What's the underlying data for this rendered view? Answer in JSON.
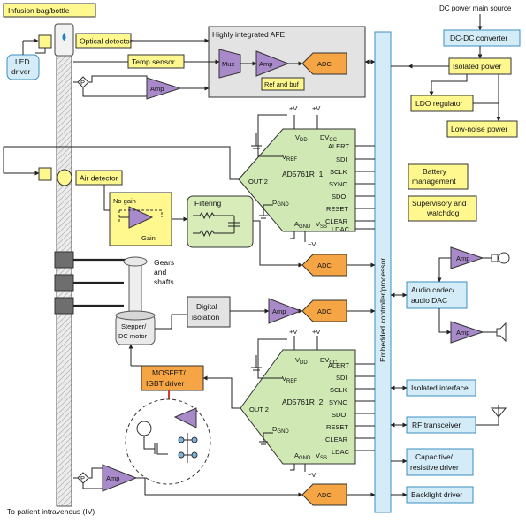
{
  "labels": {
    "infusion_bag": "Infusion bag/bottle",
    "dc_source": "DC power main source",
    "optical_detector": "Optical detector",
    "afe_title": "Highly integrated AFE",
    "mux": "Mux",
    "amp": "Amp",
    "adc": "ADC",
    "ref_buf": "Ref and buf",
    "temp_sensor": "Temp sensor",
    "led_driver_1": "LED",
    "led_driver_2": "driver",
    "p": "P",
    "dcdc": "DC-DC converter",
    "isolated_power": "Isolated power",
    "ldo": "LDO regulator",
    "low_noise": "Low-noise power",
    "battery_1": "Battery",
    "battery_2": "management",
    "supervisory_1": "Supervisory and",
    "supervisory_2": "watchdog",
    "air_detector": "Air detector",
    "no_gain": "No gain",
    "gain": "Gain",
    "filtering": "Filtering",
    "gears_1": "Gears",
    "gears_2": "and",
    "gears_3": "shafts",
    "stepper_1": "Stepper/",
    "stepper_2": "DC motor",
    "digital_iso_1": "Digital",
    "digital_iso_2": "isolation",
    "mosfet_1": "MOSFET/",
    "mosfet_2": "IGBT driver",
    "controller": "Embedded controller/processor",
    "audio_1": "Audio codec/",
    "audio_2": "audio DAC",
    "isolated_interface": "Isolated interface",
    "rf": "RF transceiver",
    "cap_1": "Capacitive/",
    "cap_2": "resistive driver",
    "backlight": "Backlight driver",
    "to_patient": "To patient intravenous (IV)",
    "plus_v": "+V",
    "minus_v": "−V",
    "dac1_name": "AD5761R_1",
    "dac2_name": "AD5761R_2",
    "vdd": "V",
    "vdd_sub": "DD",
    "dvcc": "DV",
    "dvcc_sub": "CC",
    "vref": "V",
    "vref_sub": "REF",
    "out2": "OUT 2",
    "dgnd": "D",
    "dgnd_sub": "GND",
    "agnd": "A",
    "agnd_sub": "GND",
    "vss": "V",
    "vss_sub": "SS",
    "pin_alert": "ALERT",
    "pin_sdi": "SDI",
    "pin_sclk": "SCLK",
    "pin_sync": "SYNC",
    "pin_sdo": "SDO",
    "pin_reset": "RESET",
    "pin_clear": "CLEAR",
    "pin_ldac": "LDAC"
  },
  "colors": {
    "tube": "#dcdcdc",
    "blue_box": "#d4ecf7",
    "blue_border": "#3b8ec2",
    "yellow_box": "#fff88f",
    "green_box": "#d7ecb9",
    "green_border": "#2b2b2b",
    "purple": "#a889c9",
    "orange": "#f6a544",
    "grey_box": "#e3e3e3",
    "controller": "#d4ecf7",
    "dac": "#cfe8b4",
    "red_arrow": "#d33c2b"
  }
}
